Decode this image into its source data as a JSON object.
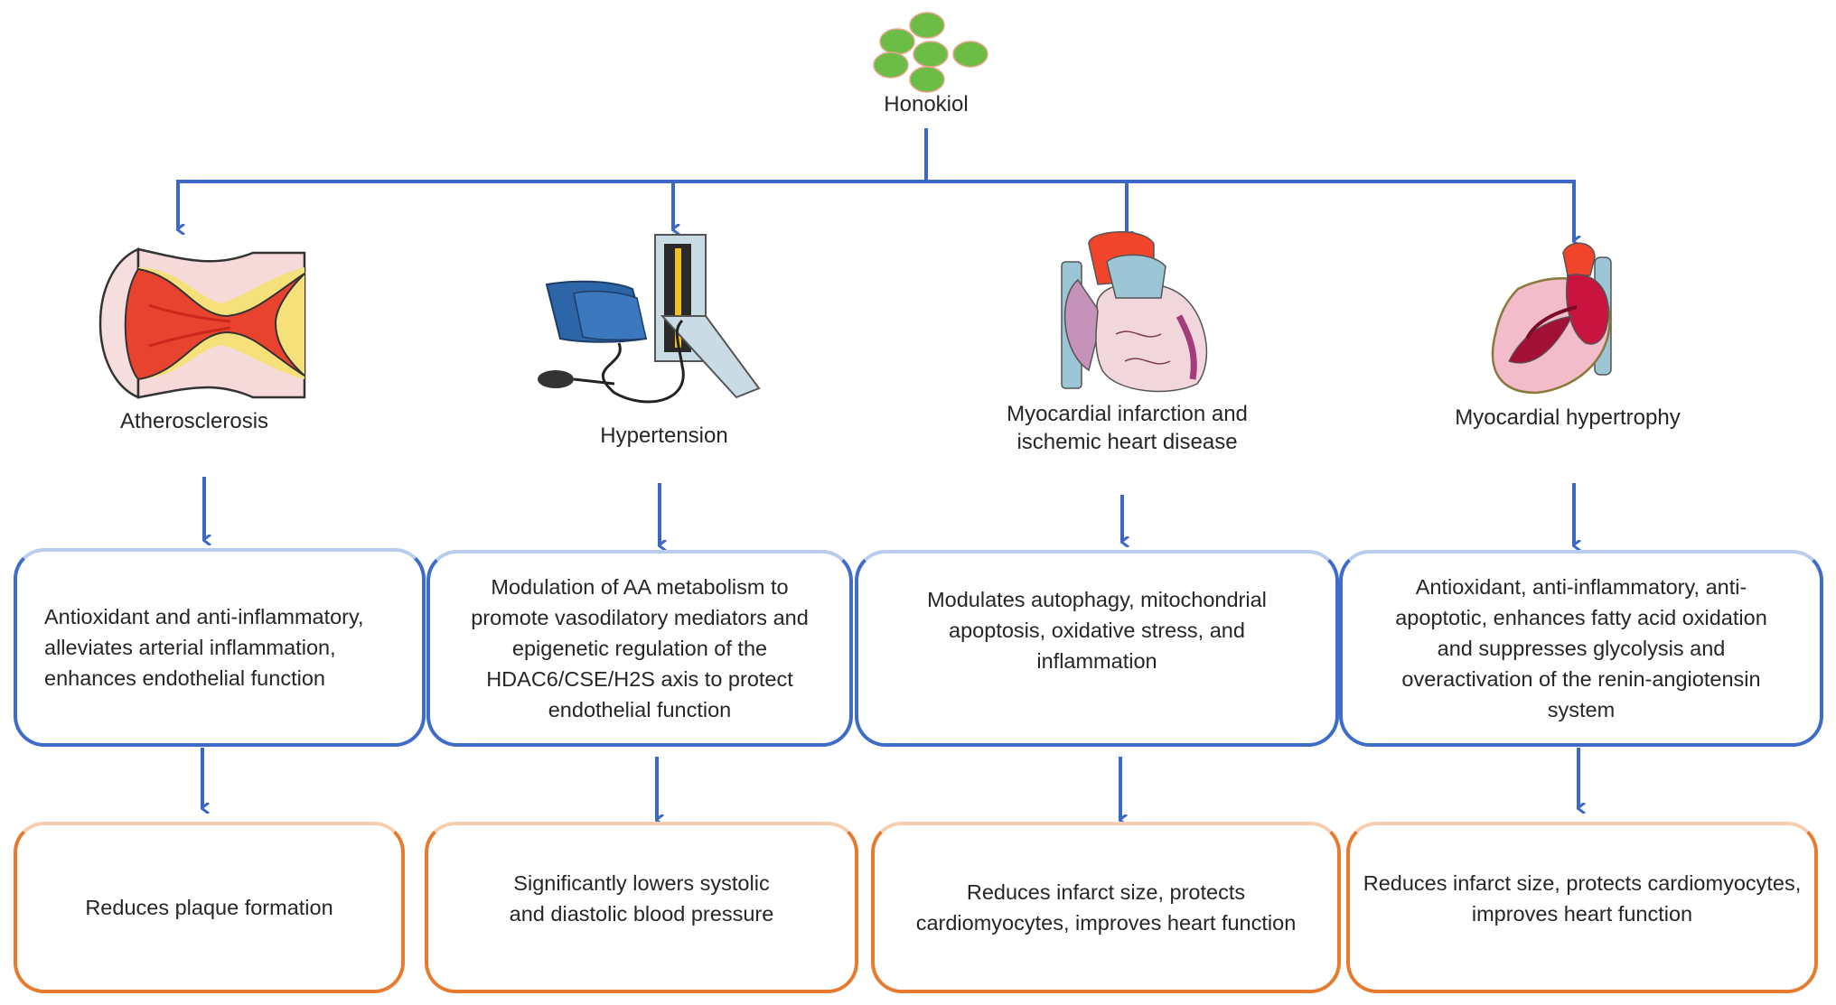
{
  "root": {
    "label": "Honokiol",
    "icon": "pills-icon"
  },
  "colors": {
    "arrow": "#3b67c8",
    "mechanism_border": "#3f6cc9",
    "outcome_border": "#e87a2e",
    "pill": "#6cbd45"
  },
  "columns": [
    {
      "disease": "Atherosclerosis",
      "icon": "artery-plaque-icon",
      "mechanism": "Antioxidant and anti-inflammatory, alleviates arterial inflammation, enhances endothelial function",
      "outcome": "Reduces plaque formation"
    },
    {
      "disease": "Hypertension",
      "icon": "blood-pressure-monitor-icon",
      "mechanism": "Modulation of AA metabolism to promote vasodilatory mediators and epigenetic regulation of the HDAC6/CSE/H2S axis to protect endothelial function",
      "outcome": "Significantly lowers systolic and diastolic blood pressure"
    },
    {
      "disease": "Myocardial infarction and ischemic heart disease",
      "icon": "heart-icon",
      "mechanism": "Modulates autophagy, mitochondrial apoptosis, oxidative stress, and inflammation",
      "outcome": "Reduces infarct size, protects cardiomyocytes, improves heart function"
    },
    {
      "disease": "Myocardial hypertrophy",
      "icon": "hypertrophic-heart-icon",
      "mechanism": "Antioxidant, anti-inflammatory, anti-apoptotic, enhances fatty acid oxidation and suppresses glycolysis and overactivation of the renin-angiotensin system",
      "outcome": "Reduces infarct size, protects cardiomyocytes, improves heart function"
    }
  ]
}
